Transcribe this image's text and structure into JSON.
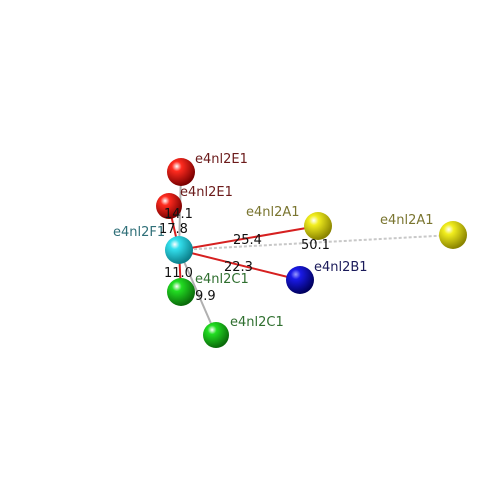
{
  "atoms": [
    {
      "id": "e2a",
      "label": "e4nl2E1",
      "color": "#ff2b1f",
      "label_color": "#6b1a1a"
    },
    {
      "id": "e2b",
      "label": "e4nl2E1",
      "color": "#ff2b1f",
      "label_color": "#6b1a1a"
    },
    {
      "id": "f1",
      "label": "e4nl2F1",
      "color": "#33e0ee",
      "label_color": "#2f6f78"
    },
    {
      "id": "a1",
      "label": "e4nl2A1",
      "color": "#f2ee1e",
      "label_color": "#7a7530"
    },
    {
      "id": "a2",
      "label": "e4nl2A1",
      "color": "#f2ee1e",
      "label_color": "#7a7530"
    },
    {
      "id": "b1",
      "label": "e4nl2B1",
      "color": "#1a1ae8",
      "label_color": "#1a1a5a"
    },
    {
      "id": "c1",
      "label": "e4nl2C1",
      "color": "#22dd22",
      "label_color": "#2f6f2f"
    },
    {
      "id": "c2",
      "label": "e4nl2C1",
      "color": "#22dd22",
      "label_color": "#2f6f2f"
    }
  ],
  "distances": [
    {
      "id": "d1",
      "from": "f1",
      "to": "e2b",
      "value": "17.8",
      "style": "red"
    },
    {
      "id": "d2",
      "from": "f1",
      "to": "e2a",
      "value": "14.1",
      "style": "gray"
    },
    {
      "id": "d3",
      "from": "f1",
      "to": "a1",
      "value": "25.4",
      "style": "red"
    },
    {
      "id": "d4",
      "from": "f1",
      "to": "a2",
      "value": "50.1",
      "style": "gray"
    },
    {
      "id": "d5",
      "from": "f1",
      "to": "b1",
      "value": "22.3",
      "style": "red"
    },
    {
      "id": "d6",
      "from": "f1",
      "to": "c1",
      "value": "11.0",
      "style": "red"
    },
    {
      "id": "d7",
      "from": "f1",
      "to": "c2",
      "value": "9.9",
      "style": "gray"
    }
  ]
}
